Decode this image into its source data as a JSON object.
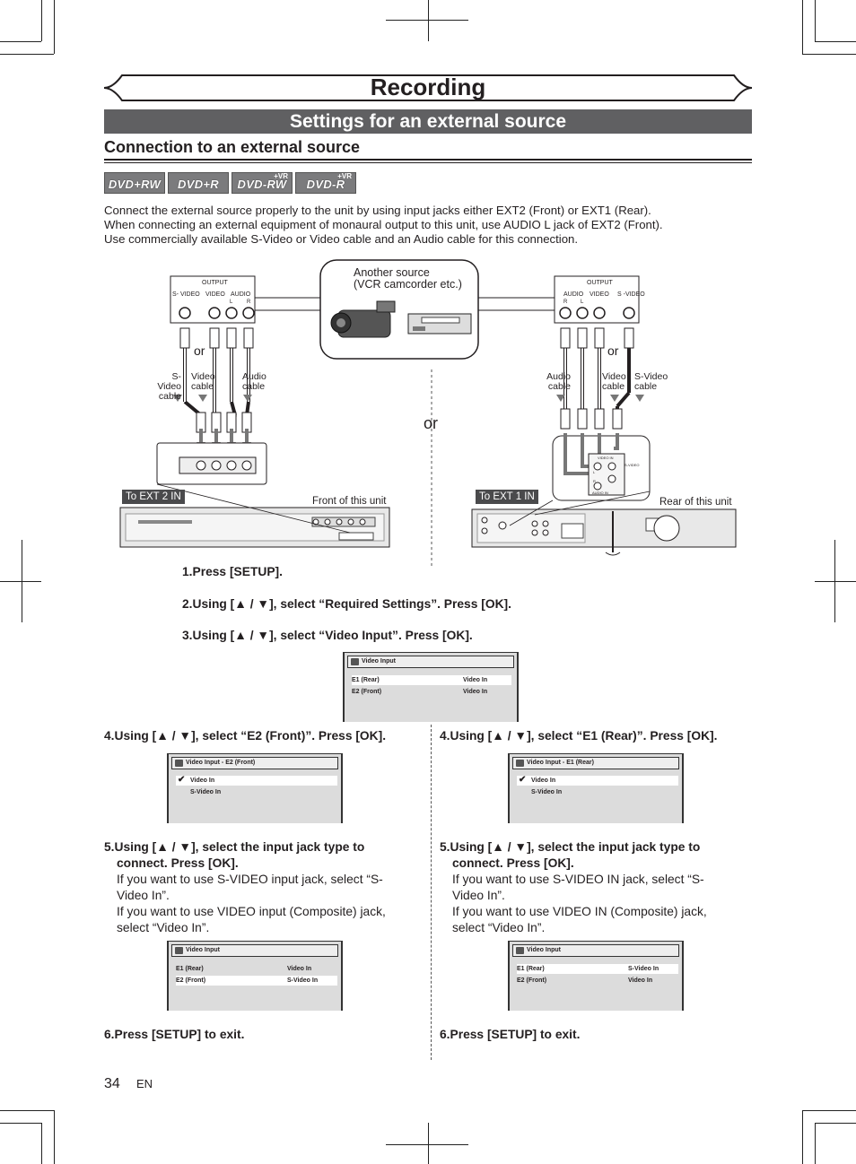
{
  "header": {
    "title": "Recording",
    "section": "Settings for an external source",
    "subsection": "Connection to an external source"
  },
  "discs": [
    {
      "label": "DVD+RW",
      "vr": ""
    },
    {
      "label": "DVD+R",
      "vr": ""
    },
    {
      "label": "DVD-RW",
      "vr": "+VR"
    },
    {
      "label": "DVD-R",
      "vr": "+VR"
    }
  ],
  "intro": [
    "Connect the external source properly to the unit by using input jacks either EXT2 (Front) or EXT1 (Rear).",
    "When connecting an external equipment of monaural output to this unit, use AUDIO L jack of EXT2 (Front).",
    "Use commercially available S-Video or Video cable and an Audio cable for this connection."
  ],
  "diagram": {
    "another_source": [
      "Another source",
      "(VCR camcorder etc.)"
    ],
    "output_label": "OUTPUT",
    "left_outputs": [
      "S- VIDEO",
      "VIDEO",
      "AUDIO"
    ],
    "right_outputs": [
      "AUDIO",
      "VIDEO",
      "S -VIDEO"
    ],
    "lr_left": [
      "L",
      "R"
    ],
    "lr_right": [
      "R",
      "L"
    ],
    "or": "or",
    "left_cables": {
      "svideo": [
        "S-Video",
        "cable"
      ],
      "video": [
        "Video",
        "cable"
      ],
      "audio": [
        "Audio",
        "cable"
      ]
    },
    "right_cables": {
      "audio": [
        "Audio",
        "cable"
      ],
      "video": [
        "Video",
        "cable"
      ],
      "svideo": [
        "S-Video",
        "cable"
      ]
    },
    "ext2_tag": "To EXT 2 IN",
    "ext1_tag": "To EXT 1 IN",
    "front_label": "Front of this unit",
    "rear_label": "Rear of this unit",
    "rear_jack_labels": [
      "VIDEO IN",
      "S-VIDEO",
      "L",
      "R",
      "AUDIO IN"
    ]
  },
  "steps_common": [
    {
      "num": "1.",
      "text": "Press [SETUP]."
    },
    {
      "num": "2.",
      "text": "Using [▲ / ▼], select “Required Settings”. Press [OK]."
    },
    {
      "num": "3.",
      "text": "Using [▲ / ▼], select “Video Input”. Press [OK]."
    }
  ],
  "screen_main": {
    "title": "Video Input",
    "rows": [
      {
        "k": "E1 (Rear)",
        "v": "Video In"
      },
      {
        "k": "E2 (Front)",
        "v": "Video In"
      }
    ]
  },
  "left_col": {
    "step4": "Using [▲ / ▼], select “E2 (Front)”. Press [OK].",
    "screen4": {
      "title": "Video Input - E2 (Front)",
      "items": [
        "Video In",
        "S-Video In"
      ]
    },
    "step5_bold": [
      "Using [▲ / ▼], select the input jack type to",
      "connect. Press [OK]."
    ],
    "step5_body": [
      "If you want to use S-VIDEO input jack, select “S-",
      "Video In”.",
      "If you want to use VIDEO input (Composite) jack,",
      "select “Video In”."
    ],
    "screen5": {
      "title": "Video Input",
      "rows": [
        {
          "k": "E1 (Rear)",
          "v": "Video In"
        },
        {
          "k": "E2 (Front)",
          "v": "S-Video In"
        }
      ]
    },
    "step6": "Press [SETUP] to exit."
  },
  "right_col": {
    "step4": "Using [▲ / ▼], select “E1 (Rear)”. Press [OK].",
    "screen4": {
      "title": "Video Input - E1 (Rear)",
      "items": [
        "Video In",
        "S-Video In"
      ]
    },
    "step5_bold": [
      "Using [▲ / ▼], select the input jack type to",
      "connect. Press [OK]."
    ],
    "step5_body": [
      "If you want to use S-VIDEO IN jack, select “S-",
      "Video In”.",
      "If you want to use VIDEO IN (Composite) jack,",
      "select “Video In”."
    ],
    "screen5": {
      "title": "Video Input",
      "rows": [
        {
          "k": "E1 (Rear)",
          "v": "S-Video In"
        },
        {
          "k": "E2 (Front)",
          "v": "Video In"
        }
      ]
    },
    "step6": "Press [SETUP] to exit."
  },
  "step_nums": {
    "four": "4.",
    "five": "5.",
    "six": "6."
  },
  "footer": {
    "page": "34",
    "lang": "EN"
  }
}
